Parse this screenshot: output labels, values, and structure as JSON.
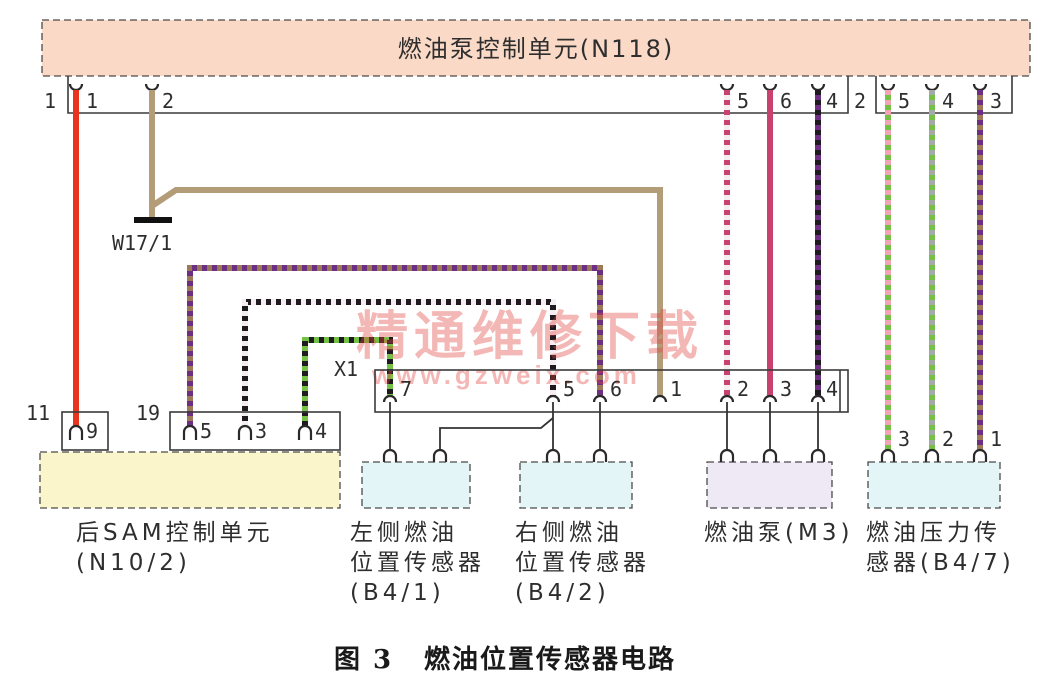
{
  "title_unit": {
    "label": "燃油泵控制单元(N118)"
  },
  "connector_1": {
    "id": "1",
    "pins": [
      "1",
      "2",
      "5",
      "6",
      "4"
    ]
  },
  "connector_2": {
    "id": "2",
    "pins": [
      "5",
      "4",
      "3"
    ]
  },
  "ground_point": {
    "label": "W17/1"
  },
  "connector_x1": {
    "id": "X1",
    "pins": [
      "7",
      "5",
      "6",
      "1",
      "2",
      "3",
      "4"
    ]
  },
  "connector_11": {
    "id": "11",
    "pins": [
      "9"
    ]
  },
  "connector_19": {
    "id": "19",
    "pins": [
      "5",
      "3",
      "4"
    ]
  },
  "fuel_pressure_sensor_pins": [
    "3",
    "2",
    "1"
  ],
  "components": {
    "rear_sam": {
      "lines": [
        "后SAM控制单元",
        "(N10/2)"
      ]
    },
    "left_level_sensor": {
      "lines": [
        "左侧燃油",
        "位置传感器",
        "(B4/1)"
      ]
    },
    "right_level_sensor": {
      "lines": [
        "右侧燃油",
        "位置传感器",
        "(B4/2)"
      ]
    },
    "fuel_pump": {
      "lines": [
        "燃油泵(M3)"
      ]
    },
    "fuel_pressure_sensor": {
      "lines": [
        "燃油压力传",
        "感器(B4/7)"
      ]
    }
  },
  "caption": {
    "figure": "图 3",
    "title": "燃油位置传感器电路"
  },
  "watermark": {
    "text": "精通维修下载",
    "url": "www.gzweix.com"
  },
  "colors": {
    "n118_box": "#fad9c6",
    "rear_sam_box": "#fbf5cc",
    "sensor_box": "#e3f5f7",
    "pump_box": "#efe8f5",
    "red": "#e8331e",
    "tan": "#b39c78",
    "white": "#f6edf1",
    "pink": "#c8416f",
    "purple": "#6d2f82",
    "black": "#1e1a20",
    "green": "#74c145",
    "light_pink": "#f3a3b3",
    "grey": "#a5aaa8",
    "brown": "#9c7a58",
    "watermark": "#e2443f"
  }
}
